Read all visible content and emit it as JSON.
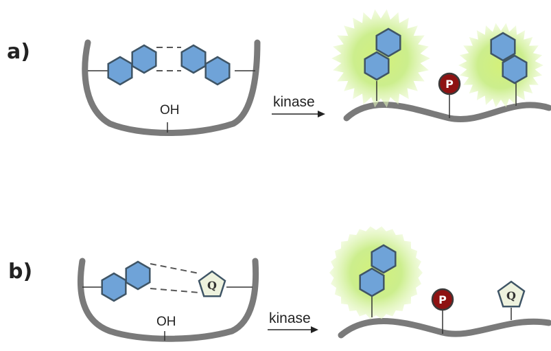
{
  "colors": {
    "vessel": "#7a7a7a",
    "hexagon_fill": "#6fa3d8",
    "hexagon_stroke": "#3f5566",
    "glow": "#b6e36a",
    "phosphate": "#8e1212",
    "quencher_fill": "#eef2de"
  },
  "panels": [
    {
      "label": "a)",
      "oh": "OH",
      "arrow_label": "kinase",
      "badge": "P"
    },
    {
      "label": "b)",
      "oh": "OH",
      "arrow_label": "kinase",
      "badge": "P",
      "quencher": "Q"
    }
  ],
  "icons": [
    "fluorophore-dimer-icon",
    "phosphate-badge-icon",
    "quencher-pentagon-icon",
    "glow-burst-icon"
  ]
}
